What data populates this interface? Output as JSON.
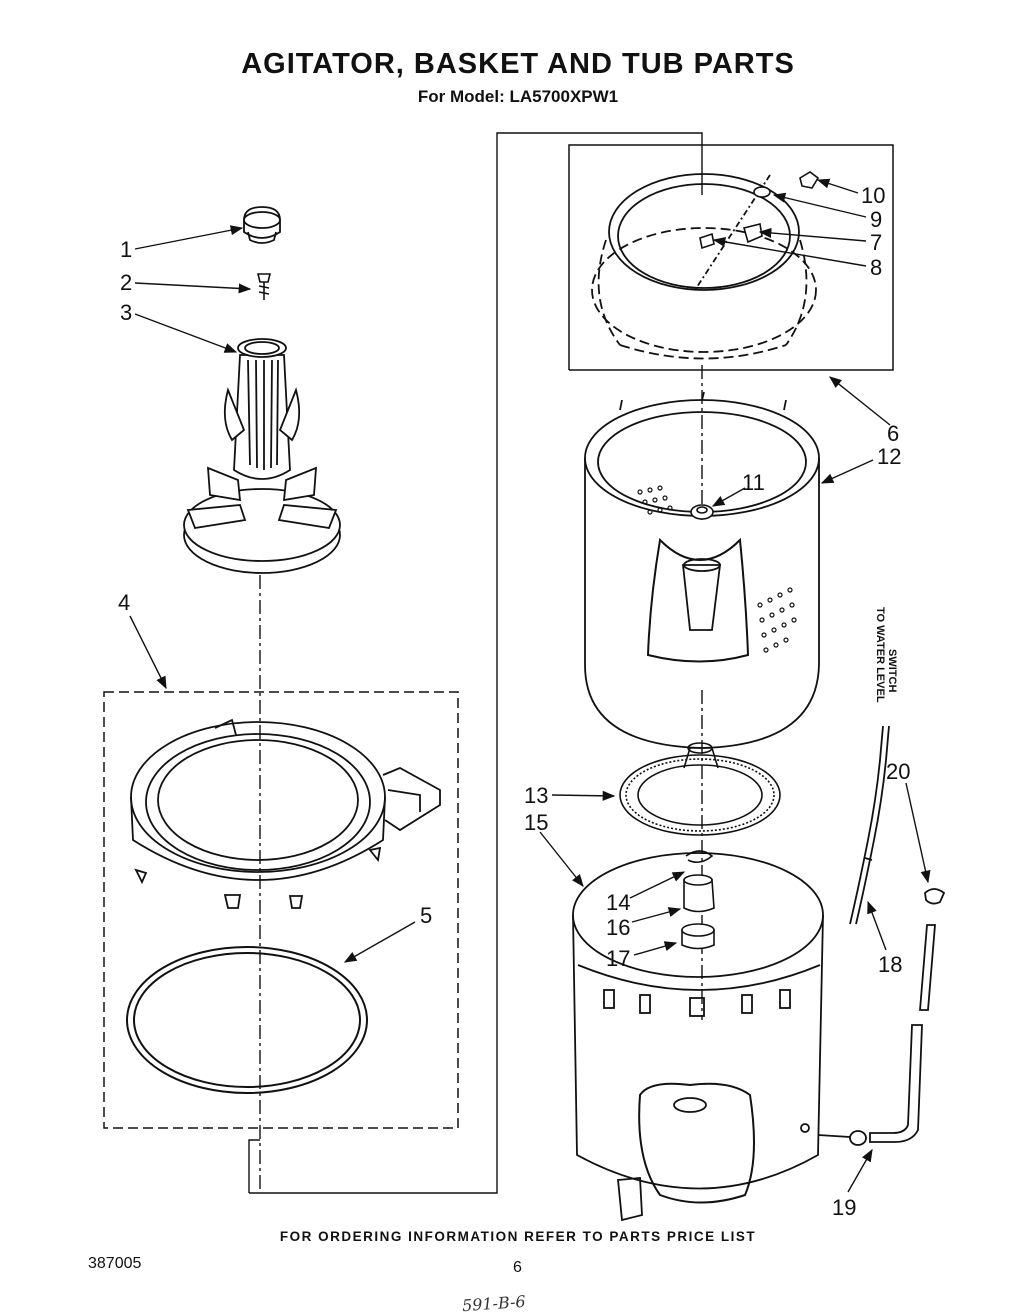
{
  "header": {
    "title": "AGITATOR, BASKET AND TUB PARTS",
    "model": "For Model: LA5700XPW1"
  },
  "callouts": {
    "c1": "1",
    "c2": "2",
    "c3": "3",
    "c4": "4",
    "c5": "5",
    "c6": "6",
    "c7": "7",
    "c8": "8",
    "c9": "9",
    "c10": "10",
    "c11": "11",
    "c12": "12",
    "c13": "13",
    "c14": "14",
    "c15": "15",
    "c16": "16",
    "c17": "17",
    "c18": "18",
    "c19": "19",
    "c20": "20"
  },
  "side_label": {
    "line1": "TO WATER LEVEL",
    "line2": "SWITCH"
  },
  "footer": {
    "ordering_note": "FOR ORDERING INFORMATION REFER TO PARTS PRICE LIST",
    "doc_number": "387005",
    "page_number": "6",
    "handwritten": "591-B-6"
  }
}
